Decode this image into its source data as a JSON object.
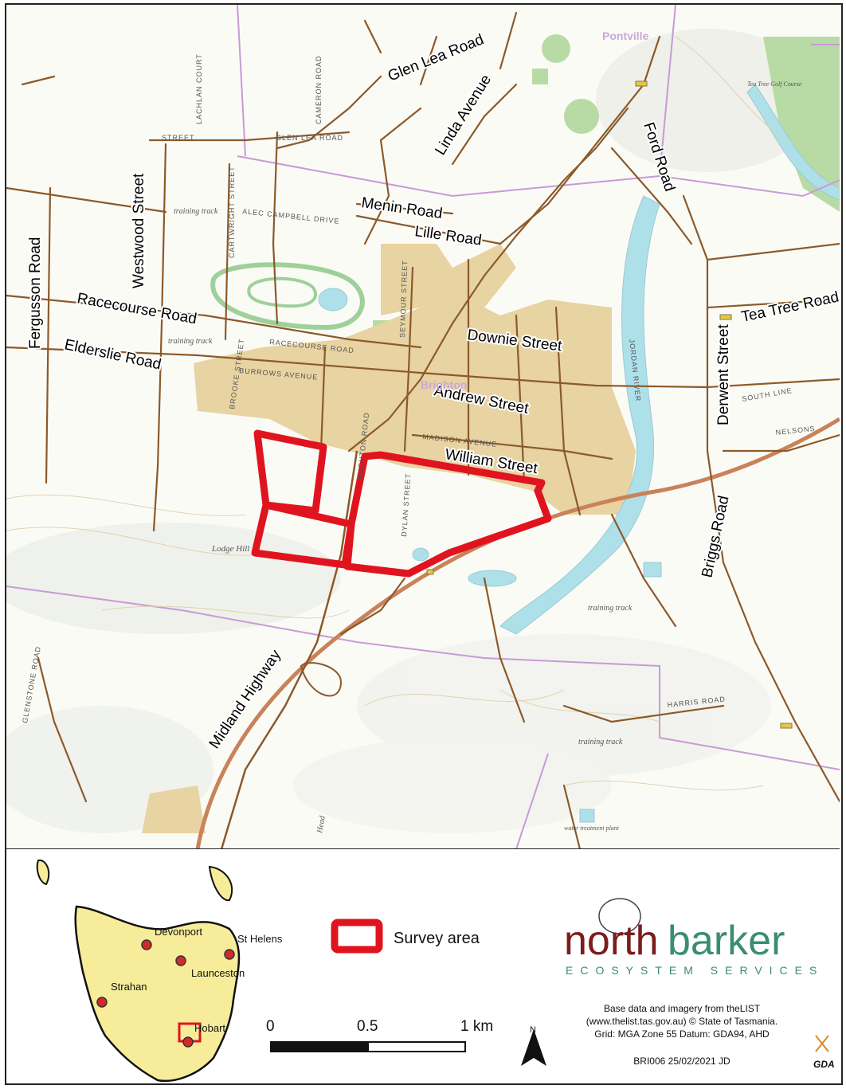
{
  "map": {
    "major_roads": [
      "Glen Lea Road",
      "Linda Avenue",
      "Ford Road",
      "Westwood Street",
      "Menin Road",
      "Lille Road",
      "Fergusson Road",
      "Racecourse Road",
      "Tea Tree Road",
      "Downie Street",
      "Derwent Street",
      "Elderslie Road",
      "Andrew Street",
      "William Street",
      "Briggs Road",
      "Midland Highway"
    ],
    "minor_labels": {
      "glen_lea_road_small": "GLEN LEA ROAD",
      "cameron_road": "CAMERON ROAD",
      "lachlan_court": "LACHLAN COURT",
      "street_top": "STREET",
      "alec_campbell_drive": "ALEC CAMPBELL DRIVE",
      "cartwright_street": "CARTWRIGHT STREET",
      "racecourse_road_small": "RACECOURSE ROAD",
      "burrows_avenue": "BURROWS AVENUE",
      "brooke_street": "BROOKE STREET",
      "seymour_street": "SEYMOUR STREET",
      "dylan_street": "DYLAN STREET",
      "madison_avenue": "MADISON AVENUE",
      "brighton_road": "BRIGHTON ROAD",
      "jordan_river": "JORDAN RIVER",
      "south_line": "SOUTH LINE",
      "nelsons": "NELSONS",
      "brighton_town": "Brighton",
      "pontville": "Pontville",
      "training_track_1": "training track",
      "training_track_2": "training track",
      "training_track_3": "training track",
      "training_track_4": "training track",
      "lodge_hill": "Lodge Hill",
      "tea_tree_golf": "Tea Tree Golf Course",
      "water_treatment": "water treatment plant",
      "glenstone_road": "GLENSTONE ROAD",
      "harris_road": "HARRIS ROAD",
      "head": "Head"
    },
    "colors": {
      "road": "#8b5a2b",
      "highway": "#c9825a",
      "urban": "#e8d3a2",
      "survey": "#e0141e",
      "water": "#aee0ea",
      "park": "#b8dba5",
      "boundary": "#c89ad6"
    }
  },
  "legend": {
    "inset_towns": [
      "Devonport",
      "St Helens",
      "Launceston",
      "Strahan",
      "Hobart"
    ],
    "survey_label": "Survey area",
    "scale_ticks": [
      "0",
      "0.5",
      "1 km"
    ],
    "north_label": "N",
    "logo_part1": "north",
    "logo_part2": "barker",
    "logo_sub": "ECOSYSTEM SERVICES",
    "credits_line1": "Base data and imagery from theLIST",
    "credits_line2": "(www.thelist.tas.gov.au) © State of Tasmania.",
    "credits_line3": "Grid: MGA Zone 55     Datum: GDA94, AHD",
    "ref_code": "BRI006 25/02/2021 JD",
    "gda_label": "GDA"
  }
}
